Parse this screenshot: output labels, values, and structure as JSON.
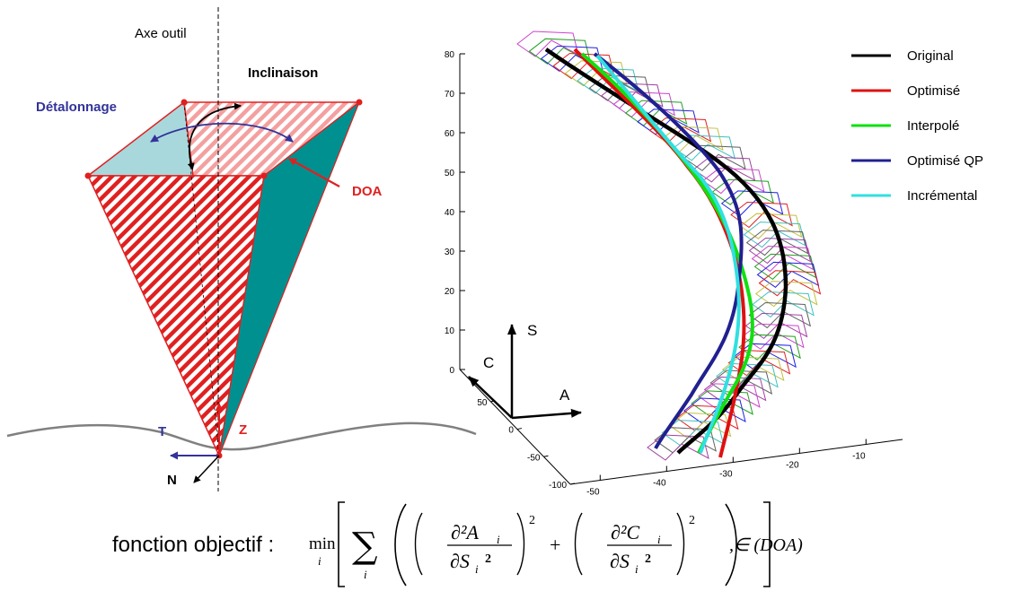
{
  "tool": {
    "axis_label": "Axe outil",
    "inclination_label": "Inclinaison",
    "clearance_label": "Détalonnage",
    "doa_label": "DOA",
    "t_label": "T",
    "z_label": "Z",
    "n_label": "N",
    "colors": {
      "red": "#e02020",
      "blue": "#333399",
      "teal": "#009090",
      "light": "#a8d8dc"
    }
  },
  "plot": {
    "z_ticks": [
      "0",
      "10",
      "20",
      "30",
      "40",
      "50",
      "60",
      "70",
      "80"
    ],
    "c_ticks": [
      "50",
      "0",
      "-50",
      "-100"
    ],
    "a_ticks": [
      "-50",
      "-40",
      "-30",
      "-20",
      "-10"
    ],
    "axis_s": "S",
    "axis_c": "C",
    "axis_a": "A"
  },
  "legend": [
    {
      "label": "Original",
      "color": "#000000"
    },
    {
      "label": "Optimisé",
      "color": "#e01010"
    },
    {
      "label": "Interpolé",
      "color": "#10e010"
    },
    {
      "label": "Optimisé QP",
      "color": "#202090"
    },
    {
      "label": "Incrémental",
      "color": "#30e0e0"
    }
  ],
  "formula": {
    "prefix": "fonction objectif :",
    "min": "min",
    "index": "i",
    "sum": "∑",
    "num_a": "∂²A",
    "num_c": "∂²C",
    "den": "∂S",
    "den_exp": "2",
    "sq": "2",
    "plus": "+",
    "member": ",∈ (DOA)"
  }
}
